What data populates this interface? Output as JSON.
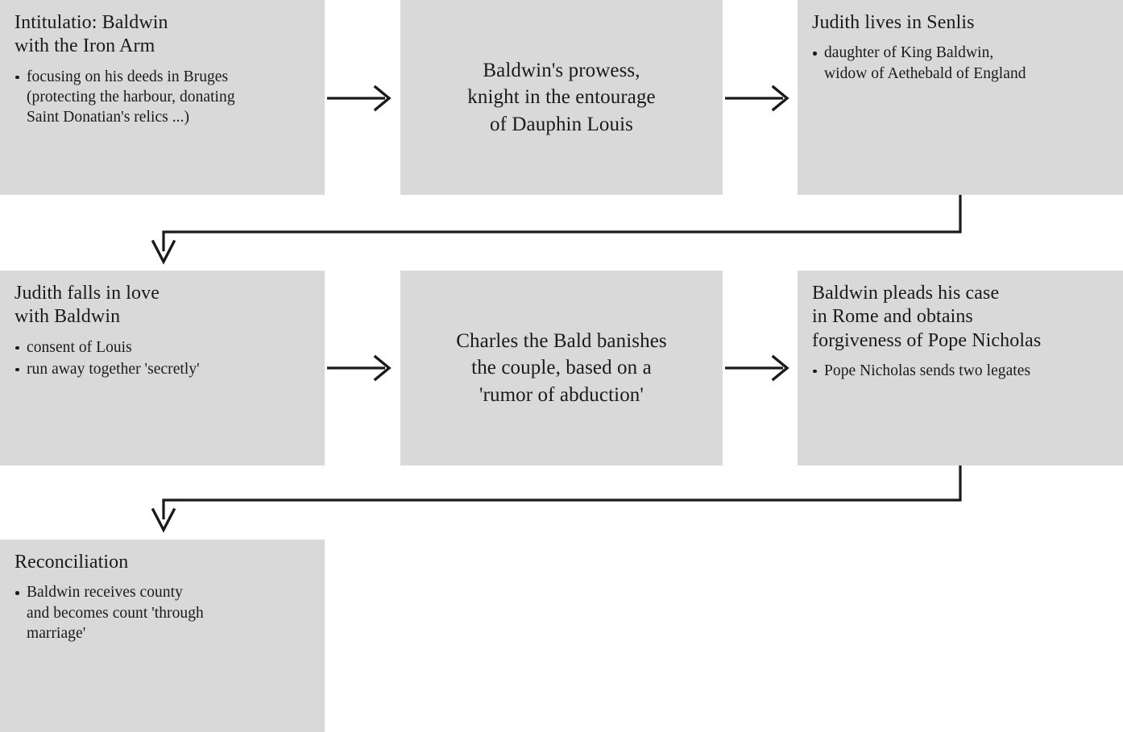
{
  "diagram": {
    "title": "Baldwin and Judith narrative flowchart",
    "box_fill": "#d9d9d9",
    "stroke": "#1a1a1a",
    "background": "#ffffff",
    "nodes": [
      {
        "id": "intitulatio",
        "title": "Intitulatio: Baldwin\nwith the Iron Arm",
        "align": "left",
        "bullets": [
          "focusing on his deeds in Bruges\n(protecting the harbour, donating\nSaint Donatian's relics ...)"
        ]
      },
      {
        "id": "prowess",
        "title": "Baldwin's prowess,\nknight in the entourage\nof Dauphin Louis",
        "align": "center",
        "bullets": []
      },
      {
        "id": "judith-senlis",
        "title": "Judith lives in Senlis",
        "align": "left",
        "bullets": [
          "daughter of King Baldwin,\nwidow of Aethebald of England"
        ]
      },
      {
        "id": "judith-love",
        "title": "Judith falls in love\nwith Baldwin",
        "align": "left",
        "bullets": [
          "consent of Louis",
          "run away together 'secretly'"
        ]
      },
      {
        "id": "banishment",
        "title": "Charles the Bald banishes\nthe couple, based on a\n'rumor of abduction'",
        "align": "center",
        "bullets": []
      },
      {
        "id": "rome",
        "title": "Baldwin pleads his case\nin Rome and obtains\nforgiveness of Pope Nicholas",
        "align": "left",
        "bullets": [
          "Pope Nicholas sends two legates"
        ]
      },
      {
        "id": "reconciliation",
        "title": "Reconciliation",
        "align": "left",
        "bullets": [
          "Baldwin receives county\nand becomes count 'through\nmarriage'"
        ]
      }
    ],
    "connectors": [
      {
        "id": "arrow-intitulatio-to-prowess",
        "type": "straight-right"
      },
      {
        "id": "arrow-prowess-to-judith-senlis",
        "type": "straight-right"
      },
      {
        "id": "arrow-judith-senlis-to-judith-love",
        "type": "elbow-wrap-down"
      },
      {
        "id": "arrow-judith-love-to-banishment",
        "type": "straight-right"
      },
      {
        "id": "arrow-banishment-to-rome",
        "type": "straight-right"
      },
      {
        "id": "arrow-rome-to-reconciliation",
        "type": "elbow-wrap-down"
      }
    ]
  }
}
